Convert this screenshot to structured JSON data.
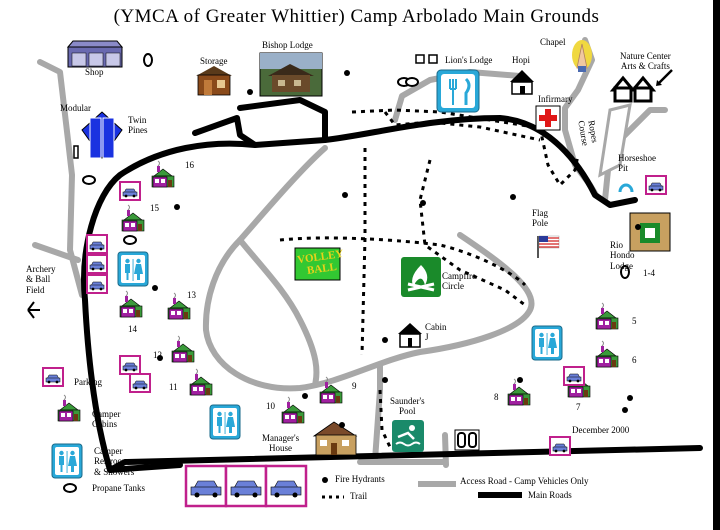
{
  "title": "(YMCA of Greater Whittier) Camp Arbolado Main Grounds",
  "labels": {
    "shop": "Shop",
    "storage": "Storage",
    "bishop_lodge": "Bishop Lodge",
    "lions_lodge": "Lion's Lodge",
    "hopi": "Hopi",
    "chapel": "Chapel",
    "nature_center": "Nature Center\nArts & Crafts",
    "infirmary": "Infirmary",
    "ropes_course": "Ropes\nCourse",
    "modular": "Modular",
    "twin_pines": "Twin\nPines",
    "horseshoe_pit": "Horseshoe\nPit",
    "flag_pole": "Flag\nPole",
    "rio_hondo": "Rio\nHondo\nLodge",
    "rio_hondo_num": "1-4",
    "archery": "Archery\n& Ball\nField",
    "volleyball": "VOLLEY\nBALL",
    "campfire": "Campfire\nCircle",
    "cabin_j": "Cabin\nJ",
    "saunders_pool": "Saunder's\nPool",
    "managers_house": "Manager's\nHouse",
    "december": "December 2000"
  },
  "cabin_numbers": [
    "16",
    "15",
    "14",
    "13",
    "12",
    "11",
    "10",
    "9",
    "8",
    "7",
    "6",
    "5"
  ],
  "legend": [
    {
      "label": "Parking"
    },
    {
      "label": "Camper\nCabins"
    },
    {
      "label": "Camper\nRestrooms\n& Showers"
    },
    {
      "label": "Propane Tanks"
    },
    {
      "label": "Fire Hydrants"
    },
    {
      "label": "Trail"
    },
    {
      "label": "Access Road - Camp Vehicles Only"
    },
    {
      "label": "Main Roads"
    }
  ],
  "colors": {
    "main_road": "#000000",
    "access_road": "#a8a8a8",
    "cabin_fill": "#a020a0",
    "cabin_roof": "#3a9a3a",
    "restroom": "#29a8d8",
    "parking_frame": "#c0208c",
    "volleyball_fill": "#32c832",
    "volleyball_text": "#e8d21a",
    "campfire": "#1a8a2a",
    "infirmary_cross": "#e01818",
    "modular": "#1a32e0"
  }
}
